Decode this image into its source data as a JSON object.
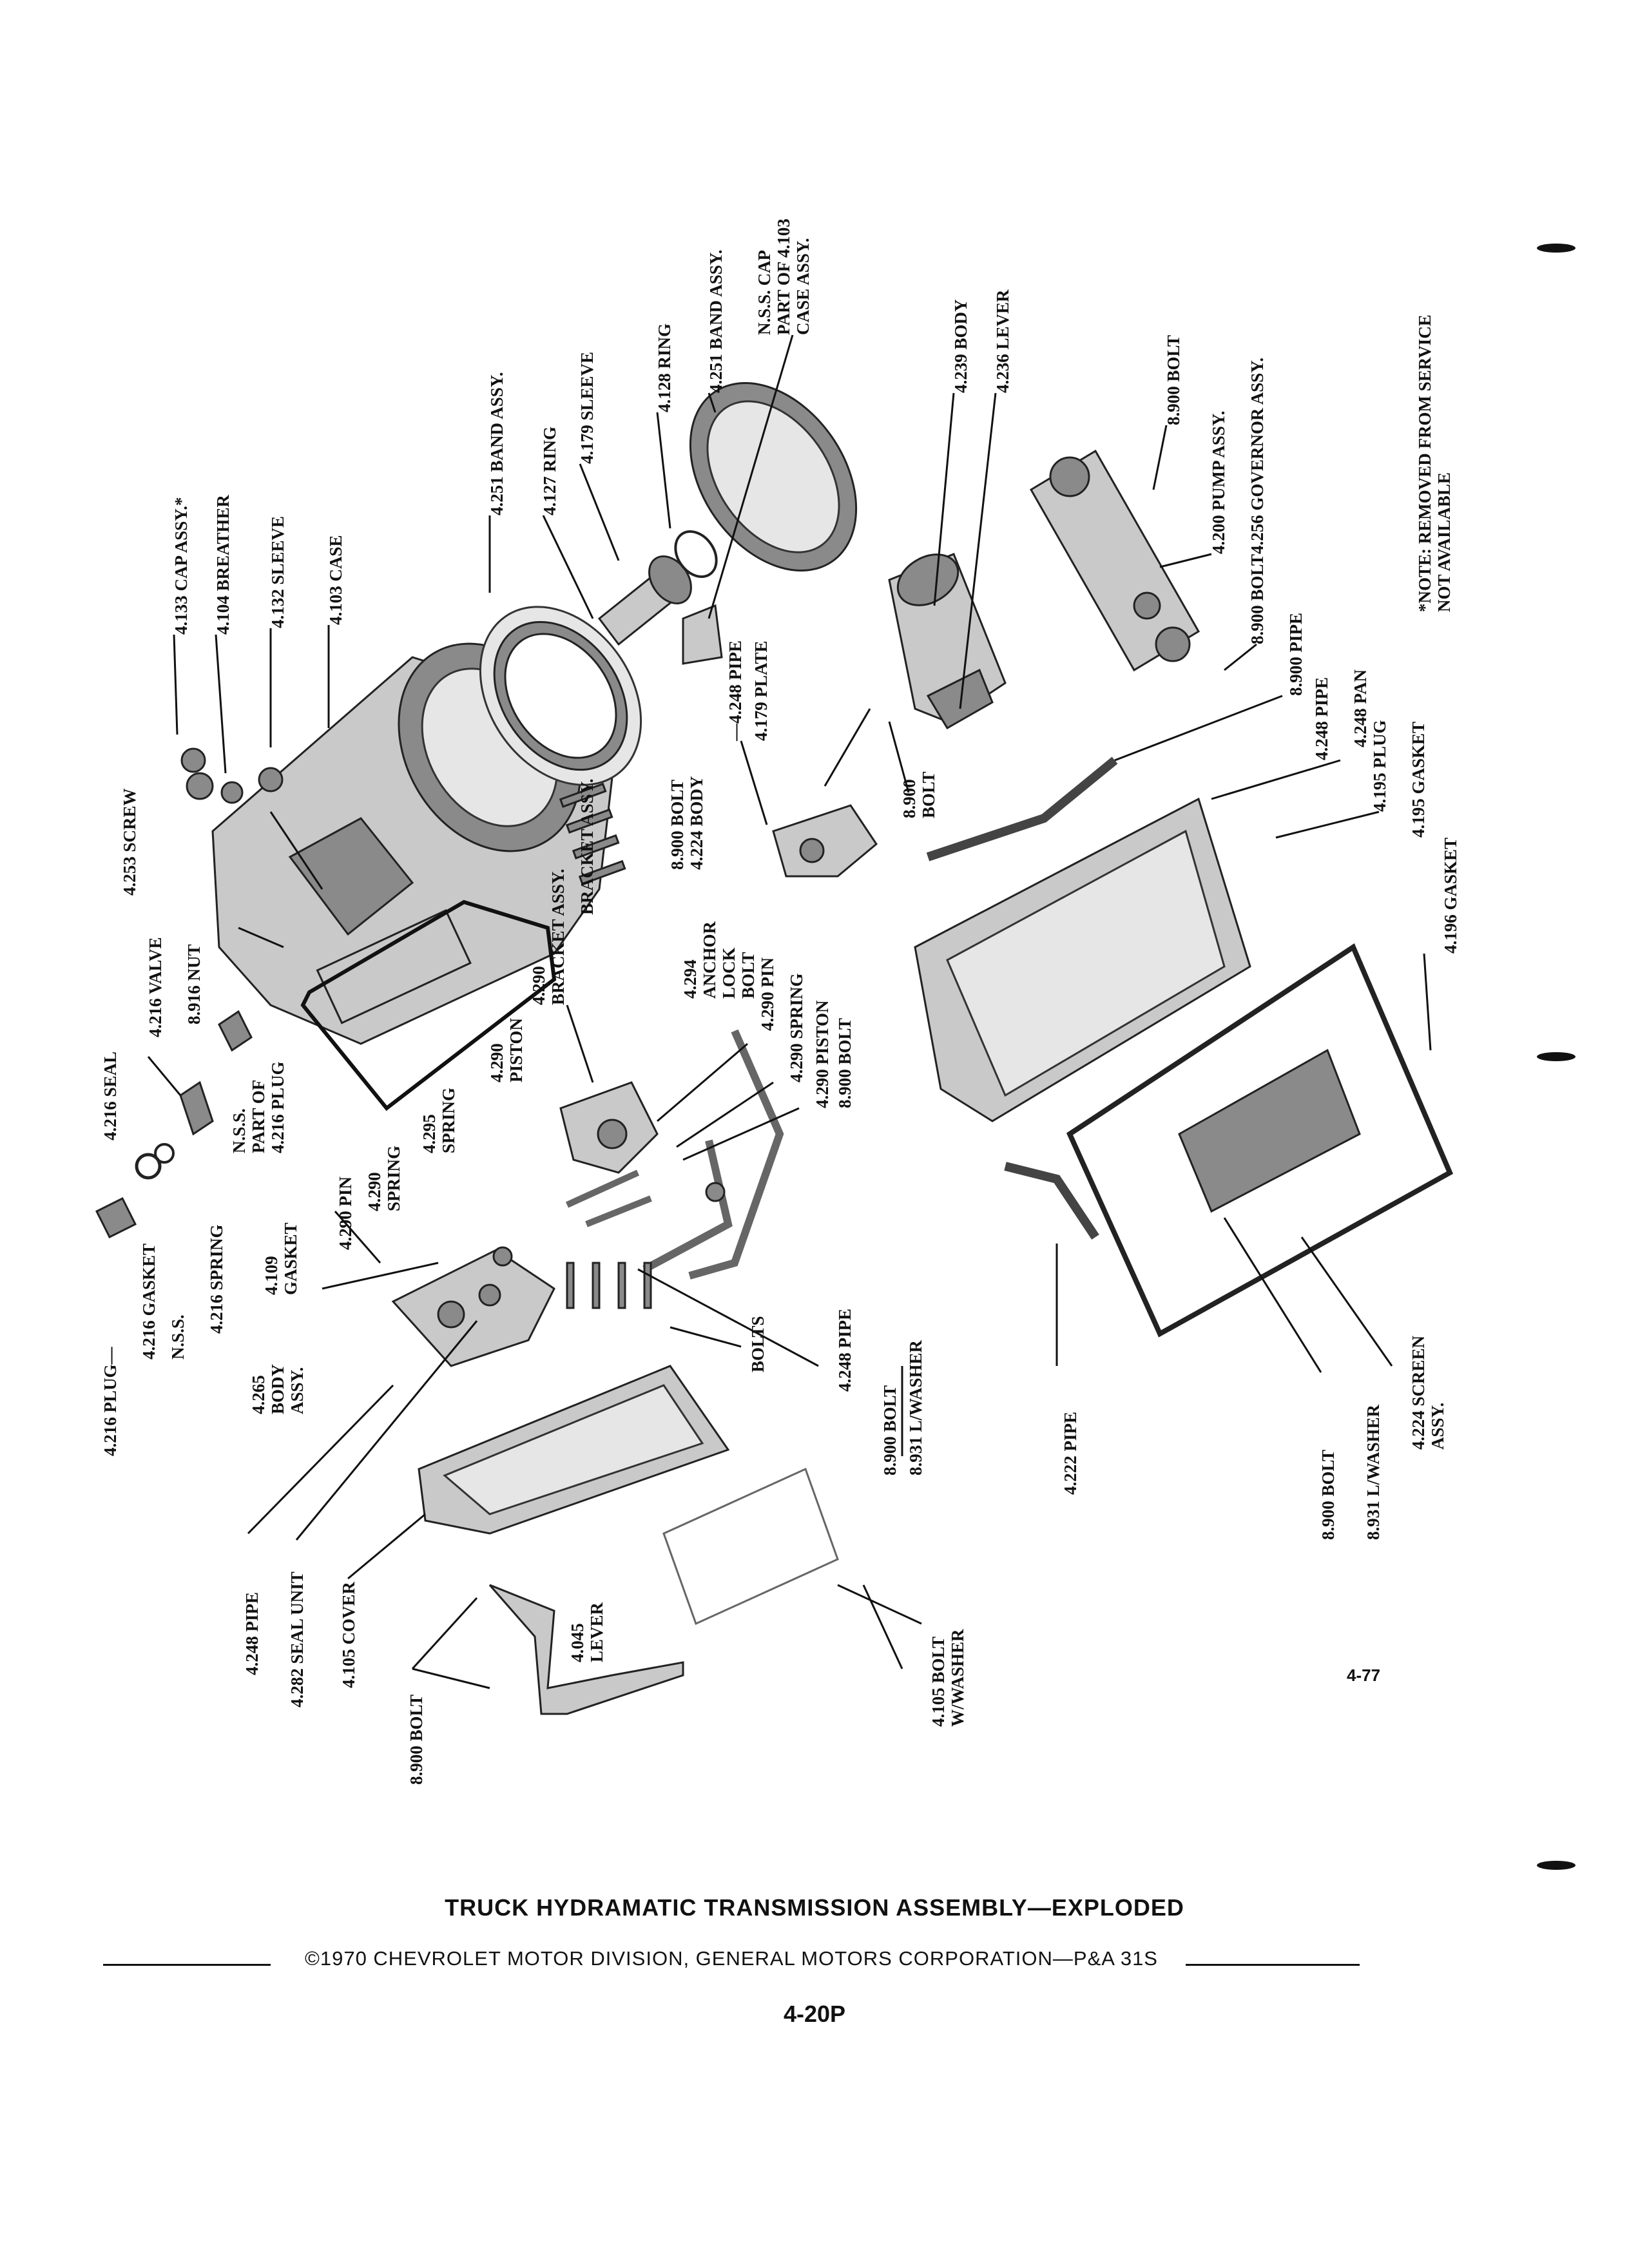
{
  "labels": [
    "4.133 CAP ASSY.*",
    "4.104 BREATHER",
    "4.132 SLEEVE",
    "4.103 CASE",
    "4.251 BAND ASSY.",
    "4.127 RING",
    "4.179 SLEEVE",
    "4.128 RING",
    "4.251 BAND ASSY.",
    "N.S.S. CAP",
    "PART OF 4.103",
    "CASE ASSY.",
    "4.239 BODY",
    "4.236 LEVER",
    "8.900 BOLT",
    "4.200 PUMP ASSY.",
    "4.256 GOVERNOR ASSY.",
    "8.900 BOLT",
    "8.900 PIPE",
    "4.248 PIPE",
    "4.248 PAN",
    "4.195 PLUG",
    "4.195 GASKET",
    "4.196 GASKET",
    "*NOTE: REMOVED FROM SERVICE",
    "NOT AVAILABLE",
    "4.253 SCREW",
    "4.216 VALVE",
    "8.916 NUT",
    "4.216 SEAL",
    "N.S.S.",
    "PART OF",
    "4.216 PLUG",
    "8.900 BOLT",
    "4.224 BODY",
    "—4.248 PIPE",
    "4.179 PLATE",
    "BRACKET ASSY.",
    "4.294",
    "ANCHOR",
    "LOCK",
    "BOLT",
    "8.900",
    "BOLT",
    "4.290",
    "BRACKET ASSY.",
    "4.290 PIN",
    "4.290 SPRING",
    "4.290 PISTON",
    "8.900 BOLT",
    "4.290",
    "PISTON",
    "4.295",
    "SPRING",
    "4.290 PIN",
    "4.290",
    "SPRING",
    "4.109",
    "GASKET",
    "4.216 SPRING",
    "N.S.S.",
    "4.216 GASKET",
    "4.216 PLUG—",
    "4.265",
    "BODY",
    "ASSY.",
    "BOLTS",
    "4.248 PIPE",
    "8.900 BOLT",
    "8.931 L/WASHER",
    "4.222 PIPE",
    "8.900 BOLT",
    "8.931 L/WASHER",
    "4.224 SCREEN",
    "ASSY.",
    "4.248 PIPE",
    "4.282 SEAL UNIT",
    "4.105 COVER",
    "4.045",
    "LEVER",
    "8.900 BOLT",
    "4.105 BOLT",
    "W/WASHER"
  ],
  "page_number": "4-77",
  "caption": "TRUCK HYDRAMATIC TRANSMISSION ASSEMBLY—EXPLODED",
  "credit": "©1970 CHEVROLET MOTOR DIVISION, GENERAL MOTORS CORPORATION—P&A 31S",
  "plate": "4-20P"
}
